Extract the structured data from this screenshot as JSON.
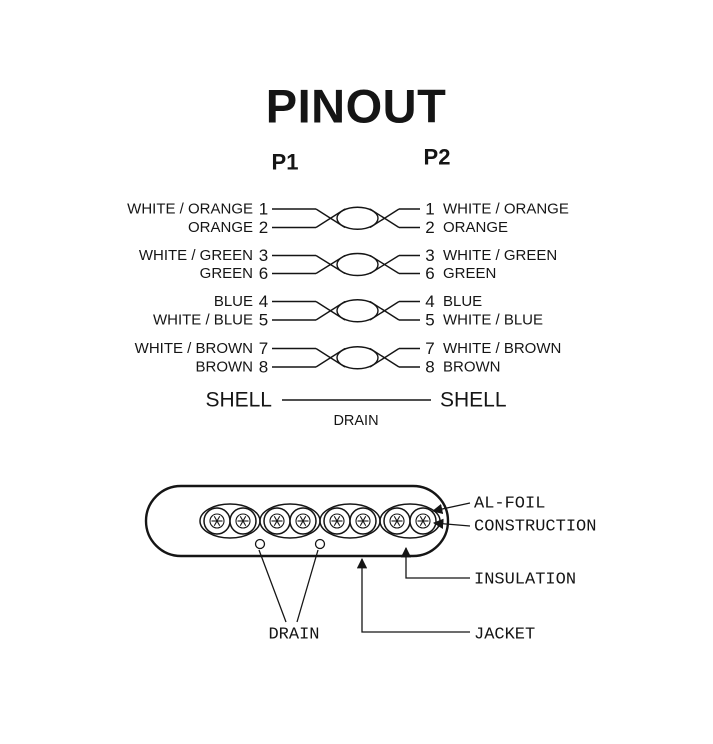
{
  "title": "PINOUT",
  "headers": {
    "p1": "P1",
    "p2": "P2"
  },
  "pairs": [
    {
      "left": [
        {
          "label": "WHITE / ORANGE",
          "pin": "1"
        },
        {
          "label": "ORANGE",
          "pin": "2"
        }
      ],
      "right": [
        {
          "pin": "1",
          "label": "WHITE / ORANGE"
        },
        {
          "pin": "2",
          "label": "ORANGE"
        }
      ]
    },
    {
      "left": [
        {
          "label": "WHITE / GREEN",
          "pin": "3"
        },
        {
          "label": "GREEN",
          "pin": "6"
        }
      ],
      "right": [
        {
          "pin": "3",
          "label": "WHITE / GREEN"
        },
        {
          "pin": "6",
          "label": "GREEN"
        }
      ]
    },
    {
      "left": [
        {
          "label": "BLUE",
          "pin": "4"
        },
        {
          "label": "WHITE / BLUE",
          "pin": "5"
        }
      ],
      "right": [
        {
          "pin": "4",
          "label": "BLUE"
        },
        {
          "pin": "5",
          "label": "WHITE / BLUE"
        }
      ]
    },
    {
      "left": [
        {
          "label": "WHITE / BROWN",
          "pin": "7"
        },
        {
          "label": "BROWN",
          "pin": "8"
        }
      ],
      "right": [
        {
          "pin": "7",
          "label": "WHITE / BROWN"
        },
        {
          "pin": "8",
          "label": "BROWN"
        }
      ]
    }
  ],
  "shell": {
    "left": "SHELL",
    "right": "SHELL",
    "drain": "DRAIN"
  },
  "cross_section_labels": {
    "al_foil": "AL-FOIL",
    "construction": "CONSTRUCTION",
    "insulation": "INSULATION",
    "jacket": "JACKET",
    "drain": "DRAIN"
  },
  "colors": {
    "accent": "#2979e0",
    "ink": "#151515"
  }
}
